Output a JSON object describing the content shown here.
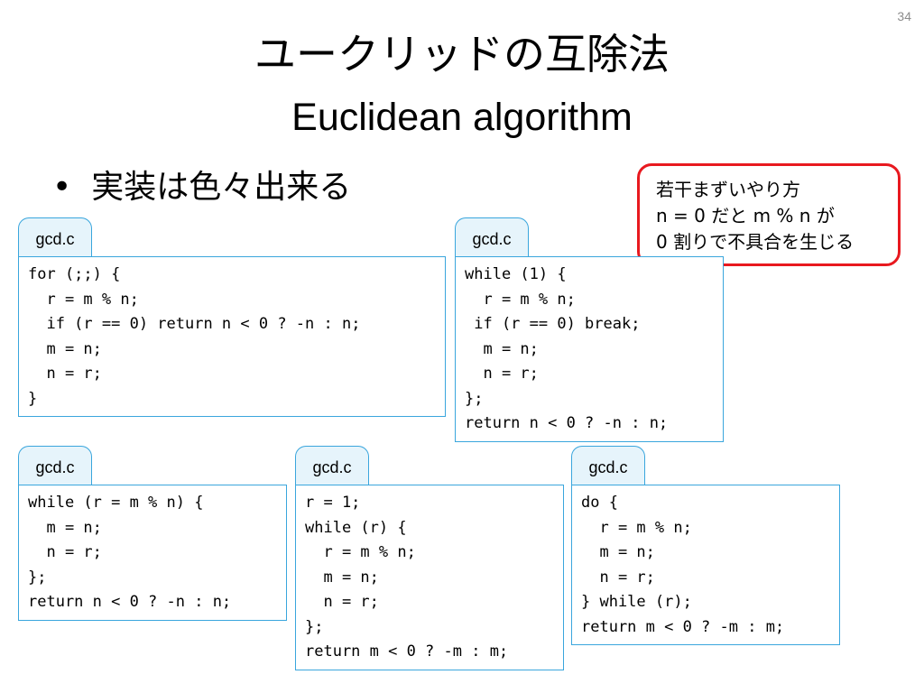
{
  "page_number": "34",
  "title": {
    "ja": "ユークリッドの互除法",
    "en": "Euclidean algorithm"
  },
  "bullet": {
    "marker": "•",
    "text": "実装は色々出来る"
  },
  "note": {
    "border_color": "#e8191f",
    "lines": [
      "若干まずいやり方",
      "n = 0 だと m % n が",
      "0 割りで不具合を生じる"
    ]
  },
  "tab_color": "#3aa6dd",
  "code_blocks": [
    {
      "filename": "gcd.c",
      "lines": [
        "for (;;) {",
        "  r = m % n;",
        "  if (r == 0) return n < 0 ? -n : n;",
        "  m = n;",
        "  n = r;",
        "}"
      ]
    },
    {
      "filename": "gcd.c",
      "lines": [
        "while (1) {",
        "  r = m % n;",
        " if (r == 0) break;",
        "  m = n;",
        "  n = r;",
        "};",
        "return n < 0 ? -n : n;"
      ]
    },
    {
      "filename": "gcd.c",
      "lines": [
        "while (r = m % n) {",
        "  m = n;",
        "  n = r;",
        "};",
        "return n < 0 ? -n : n;"
      ]
    },
    {
      "filename": "gcd.c",
      "lines": [
        "r = 1;",
        "while (r) {",
        "  r = m % n;",
        "  m = n;",
        "  n = r;",
        "};",
        "return m < 0 ? -m : m;"
      ]
    },
    {
      "filename": "gcd.c",
      "lines": [
        "do {",
        "  r = m % n;",
        "  m = n;",
        "  n = r;",
        "} while (r);",
        "return m < 0 ? -m : m;"
      ]
    }
  ]
}
